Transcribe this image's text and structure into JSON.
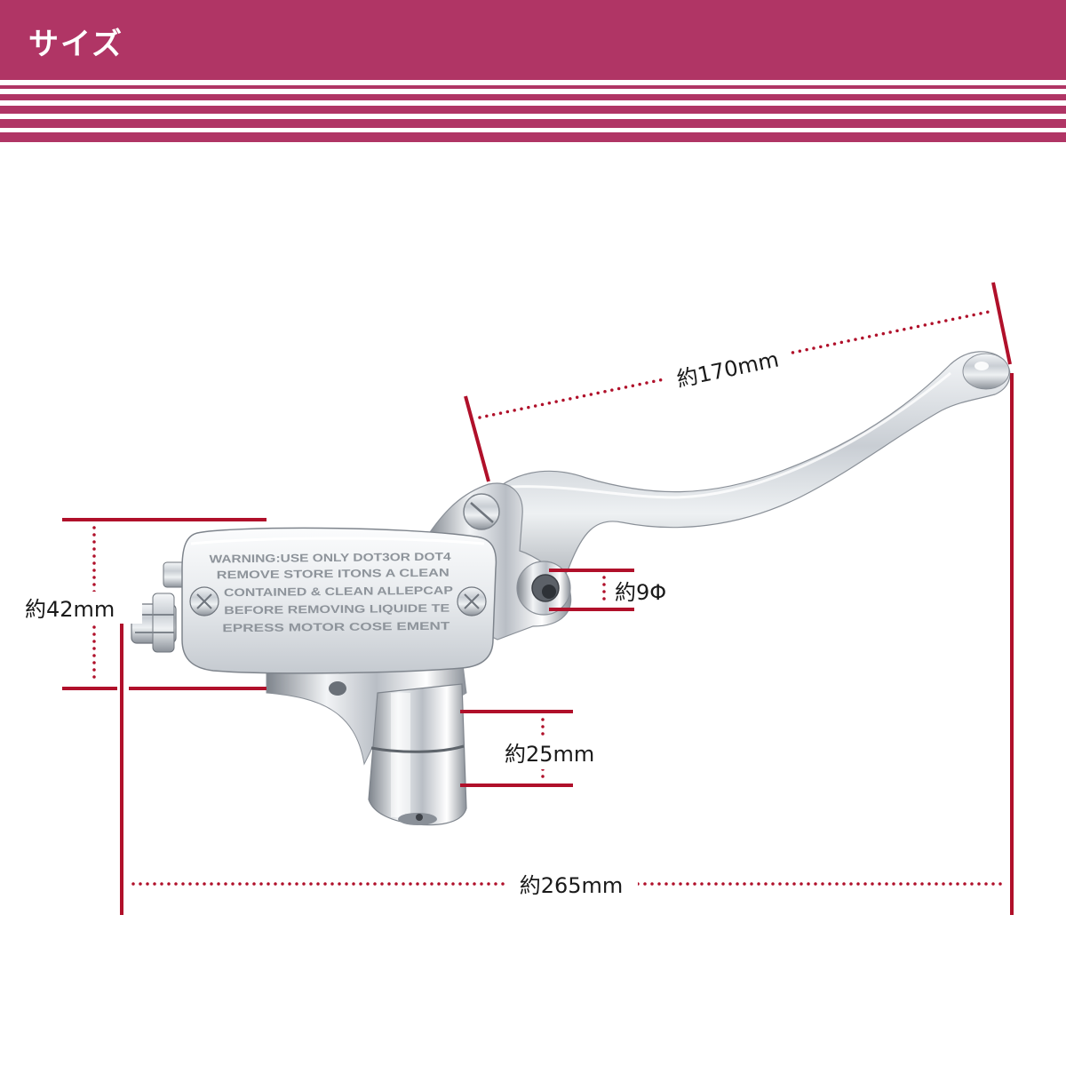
{
  "header": {
    "title": "サイズ",
    "color": "#b03565"
  },
  "product": {
    "cap_engraving": [
      "WARNING:USE ONLY DOT3OR DOT4",
      "REMOVE STORE ITONS A CLEAN",
      "CONTAINED & CLEAN ALLEPCAP",
      "BEFORE REMOVING LIQUIDE TE",
      "EPRESS MOTOR COSE EMENT"
    ]
  },
  "dimensions": {
    "color": "#b0102a",
    "lever_length": "約170mm",
    "bolt_hole": "約9Φ",
    "body_height": "約42mm",
    "clamp_width": "約25mm",
    "total_length": "約265mm"
  }
}
